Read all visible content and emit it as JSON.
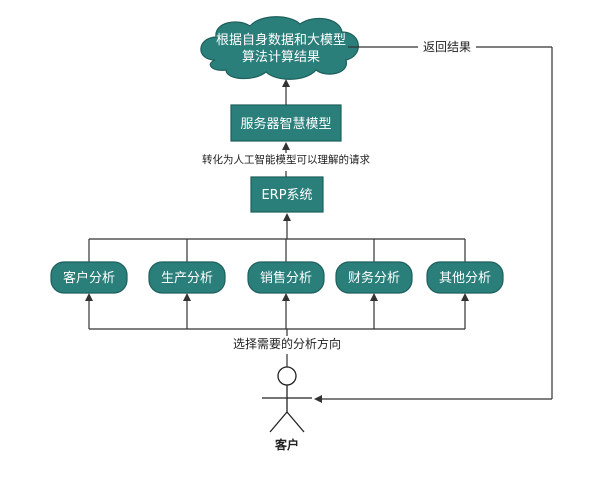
{
  "cloud": {
    "line1": "根据自身数据和大模型",
    "line2": "算法计算结果"
  },
  "server_box": "服务器智慧模型",
  "convert_label": "转化为人工智能模型可以理解的请求",
  "erp_box": "ERP系统",
  "analysis_items": [
    {
      "label": "客户分析"
    },
    {
      "label": "生产分析"
    },
    {
      "label": "销售分析"
    },
    {
      "label": "财务分析"
    },
    {
      "label": "其他分析"
    }
  ],
  "select_label": "选择需要的分析方向",
  "return_label": "返回结果",
  "actor_label": "客户",
  "colors": {
    "node_fill": "#2a7f7b",
    "node_border": "#1d5f5c",
    "edge": "#333333"
  }
}
